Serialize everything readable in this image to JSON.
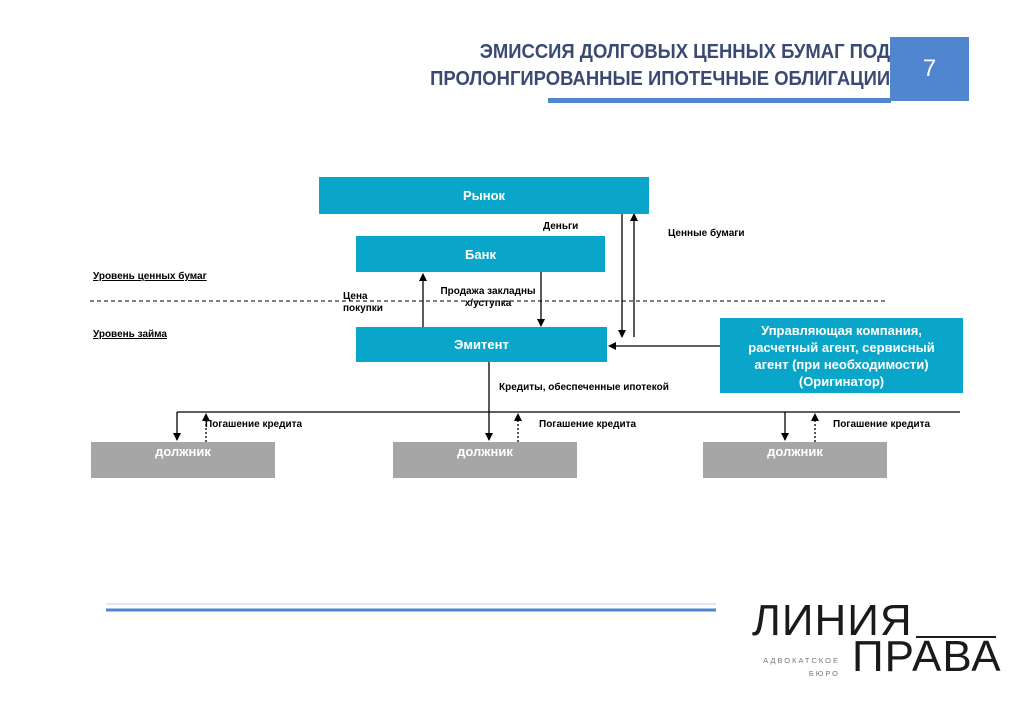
{
  "header": {
    "title_line1": "ЭМИССИЯ ДОЛГОВЫХ ЦЕННЫХ БУМАГ ПОД",
    "title_line2": "ПРОЛОНГИРОВАННЫЕ ИПОТЕЧНЫЕ ОБЛИГАЦИИ",
    "page_number": "7"
  },
  "diagram": {
    "nodes": {
      "market": "Рынок",
      "bank": "Банк",
      "issuer": "Эмитент",
      "management": "Управляющая компания, расчетный агент, сервисный агент (при необходимости) (Оригинатор)",
      "debtor_1": "должник",
      "debtor_2": "должник",
      "debtor_3": "должник"
    },
    "labels": {
      "money": "Деньги",
      "securities": "Ценные бумаги",
      "securities_level": "Уровень ценных бумаг",
      "loan_level": "Уровень займа",
      "purchase_price": "Цена покупки",
      "mortgage_sale": "Продажа закладных/уступка",
      "mortgage_credits": "Кредиты, обеспеченные ипотекой",
      "repayment_1": "Погашение кредита",
      "repayment_2": "Погашение кредита",
      "repayment_3": "Погашение кредита"
    }
  },
  "logo": {
    "line1": "ЛИНИЯ",
    "line2": "ПРАВА",
    "sub1": "АДВОКАТСКОЕ",
    "sub2": "БЮРО"
  },
  "colors": {
    "title": "#3b4a72",
    "accent": "#4f86cf",
    "node": "#0aa6c9",
    "debtor": "#a6a6a6"
  }
}
